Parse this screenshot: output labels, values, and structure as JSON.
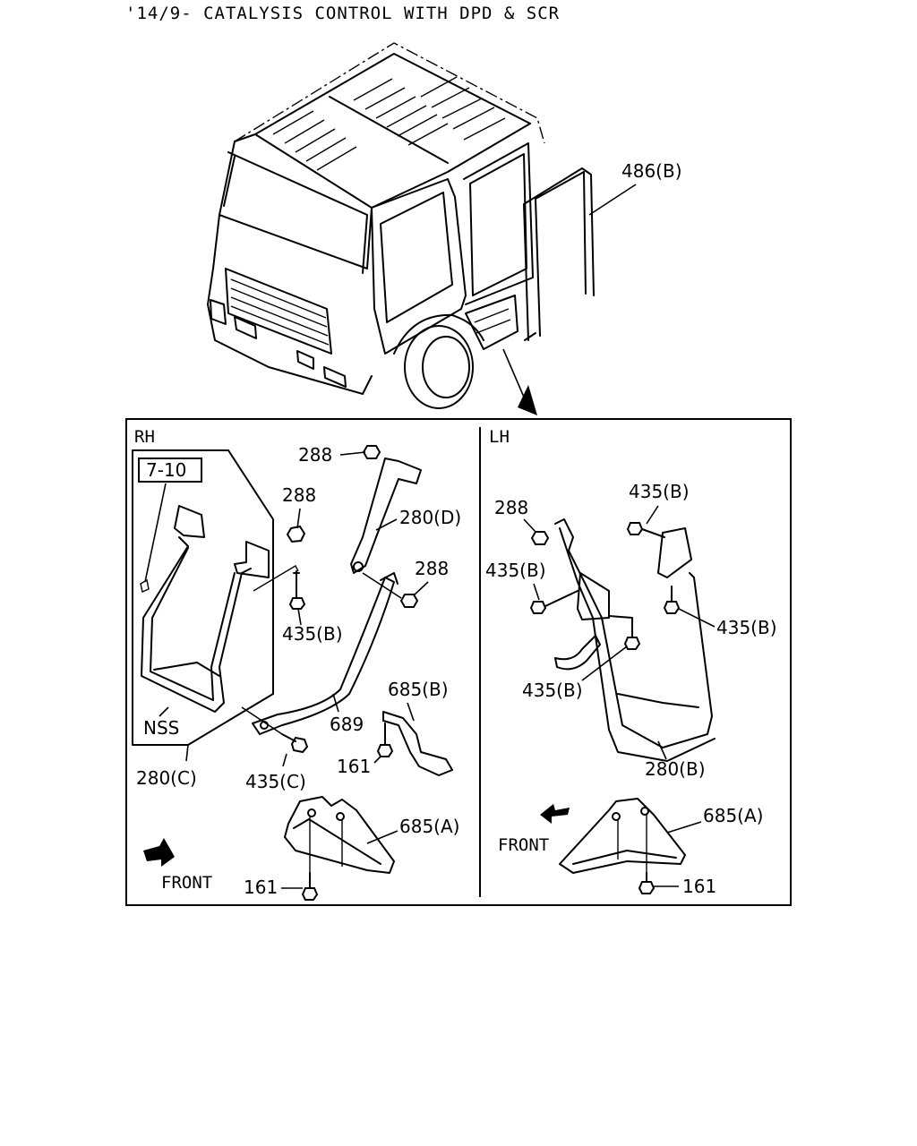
{
  "header": {
    "title": "'14/9- CATALYSIS CONTROL WITH DPD & SCR"
  },
  "truck": {
    "part_label": "486(B)"
  },
  "rh_panel": {
    "side_label": "RH",
    "ref_box": "7-10",
    "nss_label": "NSS",
    "labels": {
      "nut_288_top": "288",
      "nut_288_mid": "288",
      "nut_288_right": "288",
      "bracket_280d": "280(D)",
      "bolt_435b": "435(B)",
      "bracket_280c": "280(C)",
      "pipe_689": "689",
      "bolt_435c": "435(C)",
      "bracket_685b": "685(B)",
      "bolt_161_mid": "161",
      "step_685a": "685(A)",
      "bolt_161_bottom": "161"
    },
    "front_label": "FRONT"
  },
  "lh_panel": {
    "side_label": "LH",
    "labels": {
      "nut_288": "288",
      "bolt_435b_top": "435(B)",
      "bolt_435b_left": "435(B)",
      "bolt_435b_right": "435(B)",
      "bolt_435b_lower": "435(B)",
      "bracket_280b": "280(B)",
      "step_685a": "685(A)",
      "bolt_161": "161"
    },
    "front_label": "FRONT"
  }
}
